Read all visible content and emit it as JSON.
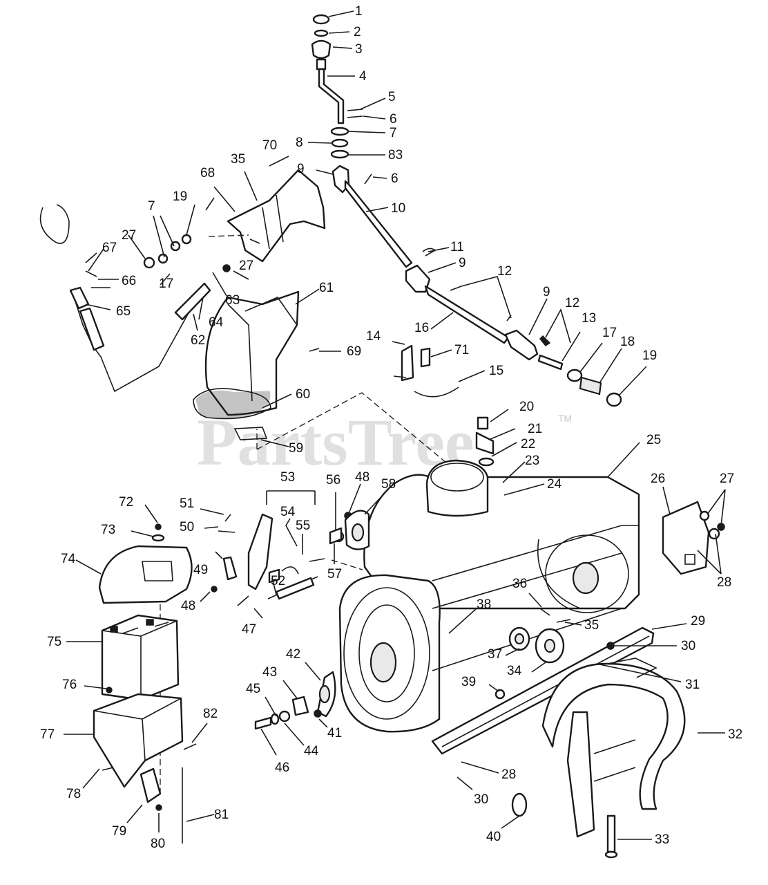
{
  "watermark": {
    "text": "PartsTree",
    "trademark": "TM"
  },
  "callouts": [
    {
      "id": "c1",
      "label": "1"
    },
    {
      "id": "c2",
      "label": "2"
    },
    {
      "id": "c3",
      "label": "3"
    },
    {
      "id": "c4",
      "label": "4"
    },
    {
      "id": "c5",
      "label": "5"
    },
    {
      "id": "c6a",
      "label": "6"
    },
    {
      "id": "c7a",
      "label": "7"
    },
    {
      "id": "c8",
      "label": "8"
    },
    {
      "id": "c83",
      "label": "83"
    },
    {
      "id": "c9a",
      "label": "9"
    },
    {
      "id": "c6b",
      "label": "6"
    },
    {
      "id": "c10",
      "label": "10"
    },
    {
      "id": "c11",
      "label": "11"
    },
    {
      "id": "c9b",
      "label": "9"
    },
    {
      "id": "c12a",
      "label": "12"
    },
    {
      "id": "c9c",
      "label": "9"
    },
    {
      "id": "c12b",
      "label": "12"
    },
    {
      "id": "c16",
      "label": "16"
    },
    {
      "id": "c13",
      "label": "13"
    },
    {
      "id": "c17a",
      "label": "17"
    },
    {
      "id": "c18",
      "label": "18"
    },
    {
      "id": "c19a",
      "label": "19"
    },
    {
      "id": "c70",
      "label": "70"
    },
    {
      "id": "c35a",
      "label": "35"
    },
    {
      "id": "c68",
      "label": "68"
    },
    {
      "id": "c19b",
      "label": "19"
    },
    {
      "id": "c7b",
      "label": "7"
    },
    {
      "id": "c27a",
      "label": "27"
    },
    {
      "id": "c67",
      "label": "67"
    },
    {
      "id": "c17b",
      "label": "17"
    },
    {
      "id": "c66",
      "label": "66"
    },
    {
      "id": "c27b",
      "label": "27"
    },
    {
      "id": "c63",
      "label": "63"
    },
    {
      "id": "c65",
      "label": "65"
    },
    {
      "id": "c64",
      "label": "64"
    },
    {
      "id": "c62",
      "label": "62"
    },
    {
      "id": "c61",
      "label": "61"
    },
    {
      "id": "c69",
      "label": "69"
    },
    {
      "id": "c14",
      "label": "14"
    },
    {
      "id": "c71",
      "label": "71"
    },
    {
      "id": "c15",
      "label": "15"
    },
    {
      "id": "c60",
      "label": "60"
    },
    {
      "id": "c59",
      "label": "59"
    },
    {
      "id": "c20",
      "label": "20"
    },
    {
      "id": "c21",
      "label": "21"
    },
    {
      "id": "c22",
      "label": "22"
    },
    {
      "id": "c25",
      "label": "25"
    },
    {
      "id": "c23",
      "label": "23"
    },
    {
      "id": "c24",
      "label": "24"
    },
    {
      "id": "c26",
      "label": "26"
    },
    {
      "id": "c27c",
      "label": "27"
    },
    {
      "id": "c28a",
      "label": "28"
    },
    {
      "id": "c53",
      "label": "53"
    },
    {
      "id": "c56",
      "label": "56"
    },
    {
      "id": "c48a",
      "label": "48"
    },
    {
      "id": "c58",
      "label": "58"
    },
    {
      "id": "c54",
      "label": "54"
    },
    {
      "id": "c55",
      "label": "55"
    },
    {
      "id": "c72",
      "label": "72"
    },
    {
      "id": "c51",
      "label": "51"
    },
    {
      "id": "c73",
      "label": "73"
    },
    {
      "id": "c50",
      "label": "50"
    },
    {
      "id": "c74",
      "label": "74"
    },
    {
      "id": "c49",
      "label": "49"
    },
    {
      "id": "c52",
      "label": "52"
    },
    {
      "id": "c57",
      "label": "57"
    },
    {
      "id": "c48b",
      "label": "48"
    },
    {
      "id": "c47",
      "label": "47"
    },
    {
      "id": "c36",
      "label": "36"
    },
    {
      "id": "c38",
      "label": "38"
    },
    {
      "id": "c35b",
      "label": "35"
    },
    {
      "id": "c29",
      "label": "29"
    },
    {
      "id": "c30a",
      "label": "30"
    },
    {
      "id": "c37",
      "label": "37"
    },
    {
      "id": "c34",
      "label": "34"
    },
    {
      "id": "c31",
      "label": "31"
    },
    {
      "id": "c75",
      "label": "75"
    },
    {
      "id": "c42",
      "label": "42"
    },
    {
      "id": "c43",
      "label": "43"
    },
    {
      "id": "c45",
      "label": "45"
    },
    {
      "id": "c39",
      "label": "39"
    },
    {
      "id": "c76",
      "label": "76"
    },
    {
      "id": "c41",
      "label": "41"
    },
    {
      "id": "c44",
      "label": "44"
    },
    {
      "id": "c46",
      "label": "46"
    },
    {
      "id": "c82",
      "label": "82"
    },
    {
      "id": "c77",
      "label": "77"
    },
    {
      "id": "c32",
      "label": "32"
    },
    {
      "id": "c28b",
      "label": "28"
    },
    {
      "id": "c78",
      "label": "78"
    },
    {
      "id": "c30b",
      "label": "30"
    },
    {
      "id": "c79",
      "label": "79"
    },
    {
      "id": "c81",
      "label": "81"
    },
    {
      "id": "c80",
      "label": "80"
    },
    {
      "id": "c40",
      "label": "40"
    },
    {
      "id": "c33",
      "label": "33"
    }
  ]
}
